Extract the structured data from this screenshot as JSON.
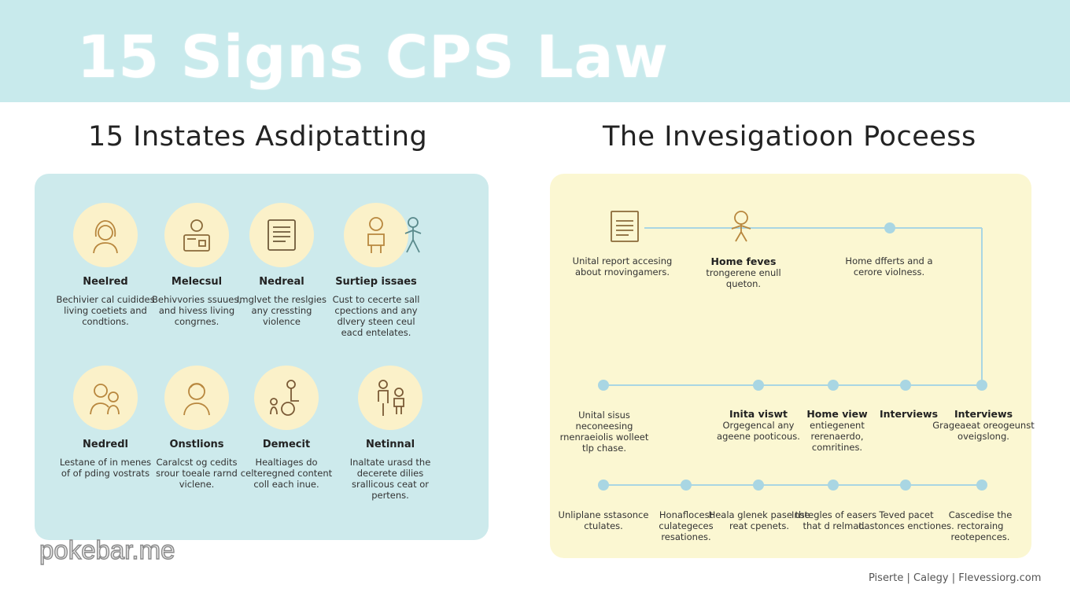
{
  "banner": {
    "title": "15 Signs CPS Law"
  },
  "left_section": {
    "heading": "15 Instates Asdiptatting",
    "signs": [
      {
        "title": "Neelred",
        "description": "Bechivier cal cuidides living coetiets and condtions.",
        "icon": "girl-face-icon"
      },
      {
        "title": "Melecsul",
        "description": "Behivvories ssuues, and hivess living congrnes.",
        "icon": "worker-desk-icon"
      },
      {
        "title": "Nedreal",
        "description": "Imglvet the reslgies any cressting violence",
        "icon": "document-icon"
      },
      {
        "title": "Surtiep issaes",
        "description": "Cust to cecerte sall cpections and any dlvery steen ceul eacd entelates.",
        "icon": "child-standing-icon"
      },
      {
        "title": "Nedredl",
        "description": "Lestane of in menes of of pding vostrats",
        "icon": "mother-child-icon"
      },
      {
        "title": "Onstlions",
        "description": "Caralcst og cedits srour toeale rarnd viclene.",
        "icon": "child-face-icon"
      },
      {
        "title": "Demecit",
        "description": "Healtiages do celteregned content coll each inue.",
        "icon": "wheelchair-icon"
      },
      {
        "title": "Netinnal",
        "description": "Inaltate urasd the decerete dilies srallicous ceat or pertens.",
        "icon": "parent-child-icon"
      }
    ],
    "extra_icon": "small-child-icon"
  },
  "right_section": {
    "heading": "The Invesigatioon Poceess",
    "row1": [
      {
        "title": "",
        "text": "Unital report accesing about rnovingamers.",
        "icon": "report-document-icon"
      },
      {
        "title": "Home feves",
        "text": "trongerene enull queton.",
        "icon": "child-figure-icon"
      },
      {
        "title": "",
        "text": "Home dfferts and a cerore violness.",
        "icon": ""
      }
    ],
    "row2": [
      {
        "title": "",
        "text": "Unital sisus neconeesing rnenraeiolis wolleet tlp chase."
      },
      {
        "title": "Inita viswt",
        "text": "Orgegencal any ageene pooticous."
      },
      {
        "title": "Home view",
        "text": "entiegenent rerenaerdo, comritines."
      },
      {
        "title": "Interviews",
        "text": ""
      },
      {
        "title": "Interviews",
        "text": "Grageaeat oreogeunst oveigslong."
      }
    ],
    "row3": [
      {
        "title": "",
        "text": "Unliplane sstasonce ctulates."
      },
      {
        "title": "",
        "text": "Honaflocest culategeces resationes."
      },
      {
        "title": "",
        "text": "Heala glenek pase the reat cpenets."
      },
      {
        "title": "",
        "text": "Instegles of easers that d relmat."
      },
      {
        "title": "",
        "text": "Teved pacet dastonces enctiones."
      },
      {
        "title": "",
        "text": "Cascedise the rectoraing reotepences."
      }
    ]
  },
  "watermark": "pokebar.me",
  "footer": {
    "credit": "Piserte | Calegy | Flevessiorg.com"
  },
  "colors": {
    "banner": "#c8eaec",
    "left_panel": "#cdeaec",
    "right_panel": "#fbf7d2",
    "icon_circle": "#fbf1c9",
    "line": "#a9d6e3"
  }
}
